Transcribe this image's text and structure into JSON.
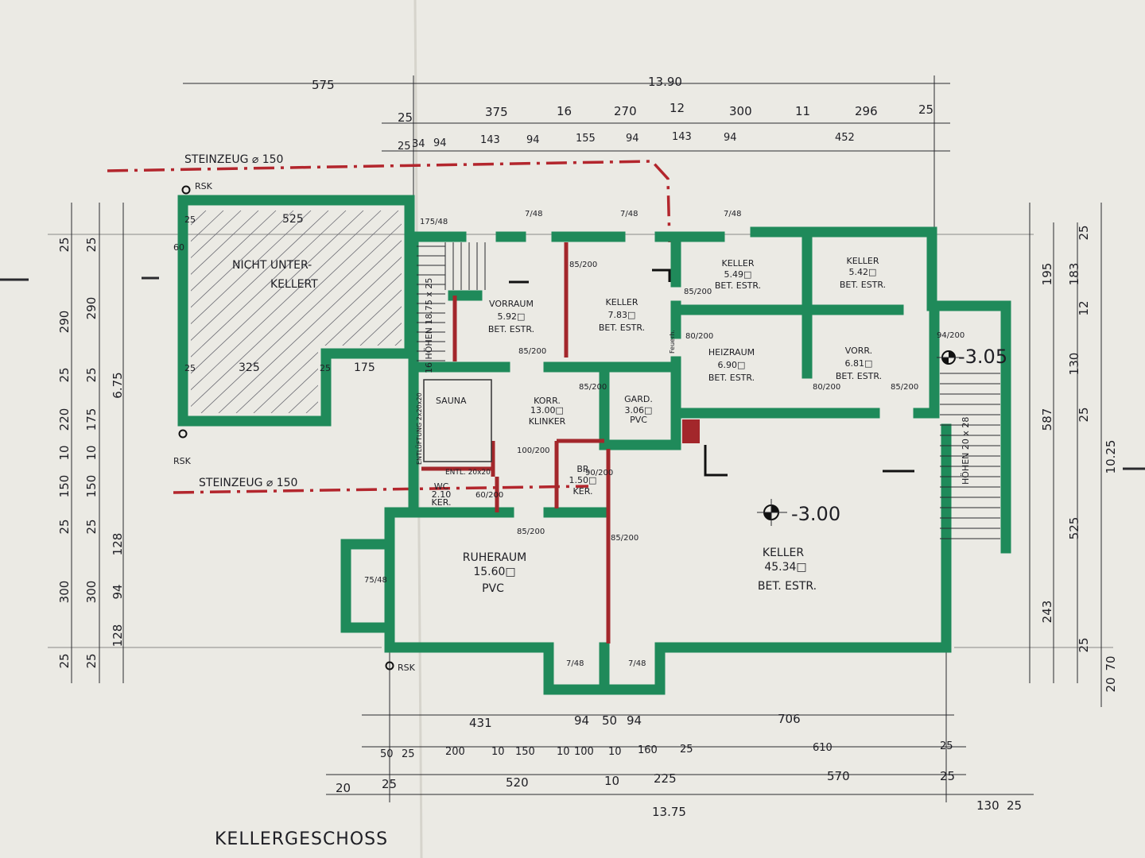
{
  "title": "KELLERGESCHOSS",
  "colors": {
    "wall": "#1f8a5a",
    "inner_wall": "#a3272b",
    "pipe": "#b3262d",
    "paper": "#ebeae4",
    "ink": "#1e1e24"
  },
  "pipes": [
    "STEINZEUG ⌀ 150",
    "STEINZEUG ⌀ 150"
  ],
  "rsk": [
    "RSK",
    "RSK",
    "RSK"
  ],
  "levels": [
    "-3.05",
    "-3.00"
  ],
  "rooms": {
    "nicht_unterkellert": [
      "NICHT UNTER-",
      "KELLERT"
    ],
    "sauna": [
      "SAUNA"
    ],
    "vorraum": [
      "VORRAUM",
      "5.92□",
      "BET. ESTR."
    ],
    "keller_a": [
      "KELLER",
      "7.83□",
      "BET. ESTR."
    ],
    "keller_b": [
      "KELLER",
      "5.49□",
      "BET. ESTR."
    ],
    "keller_c": [
      "KELLER",
      "5.42□",
      "BET. ESTR."
    ],
    "heizraum": [
      "HEIZRAUM",
      "6.90□",
      "BET. ESTR."
    ],
    "vorr": [
      "VORR.",
      "6.81□",
      "BET. ESTR."
    ],
    "korr": [
      "KORR.",
      "13.00□",
      "KLINKER"
    ],
    "gard": [
      "GARD.",
      "3.06□",
      "PVC"
    ],
    "br": [
      "BR",
      "1.50□",
      "KER."
    ],
    "wc": [
      "WC",
      "2.10",
      "KER."
    ],
    "ruheraum": [
      "RUHERAUM",
      "15.60□",
      "PVC"
    ],
    "keller_main": [
      "KELLER",
      "45.34□",
      "BET. ESTR."
    ]
  },
  "notes": {
    "stair_left": "16 HÖHEN 18.75 x 25",
    "stair_right": "HÖHEN 20 x 28",
    "vent": "ENTL. 20x20",
    "vent_sauna": "ENTLÜFTUNG 2x20x20",
    "feuerh": "Feuerh.",
    "left_wall_525": "525",
    "left_wall_325": "325",
    "left_wall_175": "175",
    "left_wall_25a": "25",
    "left_wall_25b": "25",
    "left_wall_25c": "25",
    "left_wall_60": "60"
  },
  "openings": [
    "85/200",
    "85/200",
    "85/200",
    "85/200",
    "80/200",
    "80/200",
    "85/200",
    "94/200",
    "85/200",
    "85/200",
    "60/200",
    "100/200",
    "90/200",
    "75/48",
    "7/48",
    "7/48",
    "7/48",
    "7/48",
    "7/48",
    "175/48"
  ],
  "dims": {
    "top1": [
      "575",
      "13.90"
    ],
    "top2": [
      "25",
      "375",
      "16",
      "270",
      "12",
      "300",
      "11",
      "296",
      "25"
    ],
    "top3": [
      "25",
      "34",
      "94",
      "143",
      "94",
      "155",
      "94",
      "143",
      "94",
      "452"
    ],
    "bottom1": [
      "431",
      "94",
      "50",
      "94",
      "706"
    ],
    "bottom2": [
      "50",
      "25",
      "200",
      "10",
      "150",
      "10",
      "100",
      "10",
      "160",
      "25",
      "610",
      "25"
    ],
    "bottom3": [
      "20",
      "25",
      "520",
      "10",
      "225",
      "570",
      "25"
    ],
    "bottom4": [
      "13.75",
      "130",
      "25"
    ],
    "left1": [
      "25",
      "290",
      "25",
      "220",
      "10",
      "150",
      "25",
      "300",
      "25"
    ],
    "left2": [
      "25",
      "290",
      "25",
      "175",
      "10",
      "150",
      "25",
      "300",
      "25"
    ],
    "left3": [
      "6.75",
      "128",
      "94",
      "128"
    ],
    "right1": [
      "195",
      "587",
      "243"
    ],
    "right2": [
      "25",
      "12",
      "25",
      "25"
    ],
    "right3": [
      "183",
      "130",
      "525"
    ],
    "right4": [
      "10.25",
      "70",
      "20"
    ]
  }
}
